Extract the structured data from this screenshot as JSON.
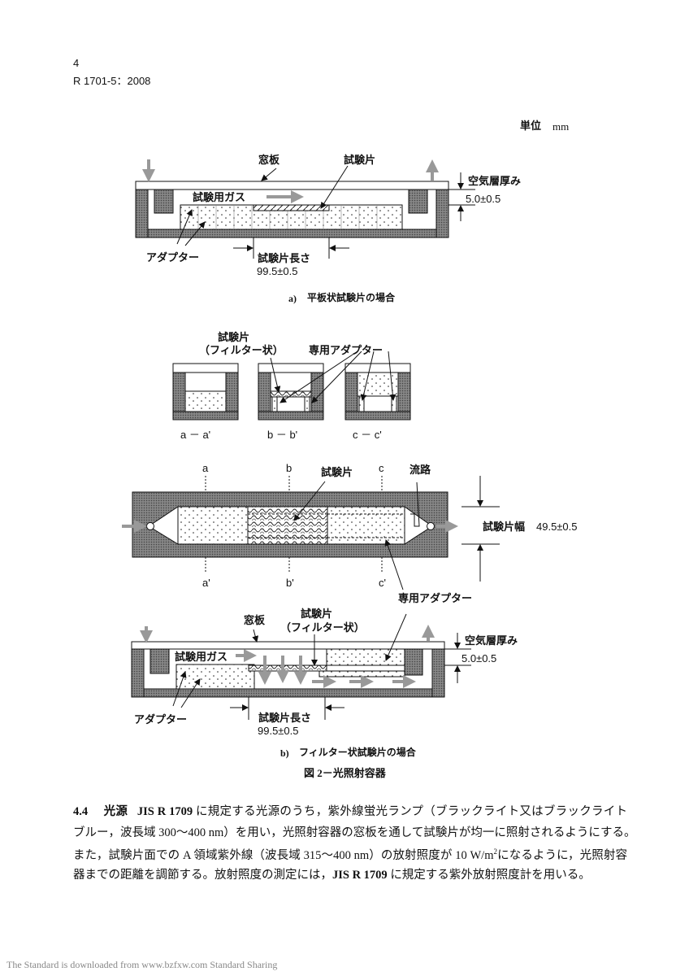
{
  "header": {
    "page_number": "4",
    "standard_id": "R 1701-5：2008"
  },
  "unit": {
    "label": "単位",
    "value": "mm"
  },
  "figure_a": {
    "window_plate": "窓板",
    "test_piece": "試験片",
    "test_gas": "試験用ガス",
    "air_layer": "空気層厚み",
    "air_layer_value": "5.0±0.5",
    "adapter": "アダプター",
    "length_label": "試験片長さ",
    "length_value": "99.5±0.5",
    "caption_prefix": "a)",
    "caption": "平板状試験片の場合"
  },
  "sections": {
    "test_piece": "試験片",
    "test_piece_type": "（フィルター状）",
    "special_adapter": "専用アダプター",
    "aa": "a － a'",
    "bb": "b － b'",
    "cc": "c － c'"
  },
  "top_view": {
    "a": "a",
    "b": "b",
    "c": "c",
    "a2": "a'",
    "b2": "b'",
    "c2": "c'",
    "test_piece": "試験片",
    "flow_path": "流路",
    "width_label": "試験片幅",
    "width_value": "49.5±0.5",
    "special_adapter": "専用アダプター"
  },
  "figure_b": {
    "window_plate": "窓板",
    "test_piece": "試験片",
    "test_piece_type": "（フィルター状）",
    "test_gas": "試験用ガス",
    "air_layer": "空気層厚み",
    "air_layer_value": "5.0±0.5",
    "adapter": "アダプター",
    "length_label": "試験片長さ",
    "length_value": "99.5±0.5",
    "caption_prefix": "b)",
    "caption": "フィルター状試験片の場合"
  },
  "figure_title": "図 2－光照射容器",
  "section": {
    "number": "4.4",
    "title": "光源",
    "ref1": "JIS R 1709",
    "line1": "に規定する光源のうち，紫外線蛍光ランプ（ブラックライト又はブラックライト",
    "line2": "ブルー，波長域 300～400 nm）を用い，光照射容器の窓板を通して試験片が均一に照射されるようにする。",
    "line3a": "また，試験片面での A 領域紫外線（波長域 315～400 nm）の放射照度が 10 W/m",
    "line3sup": "2",
    "line3b": "になるように，光照射容",
    "line4a": "器までの距離を調節する。放射照度の測定には，",
    "ref2": "JIS R 1709",
    "line4b": "に規定する紫外放射照度計を用いる。"
  },
  "footer": "The Standard is downloaded from www.bzfxw.com Standard Sharing"
}
